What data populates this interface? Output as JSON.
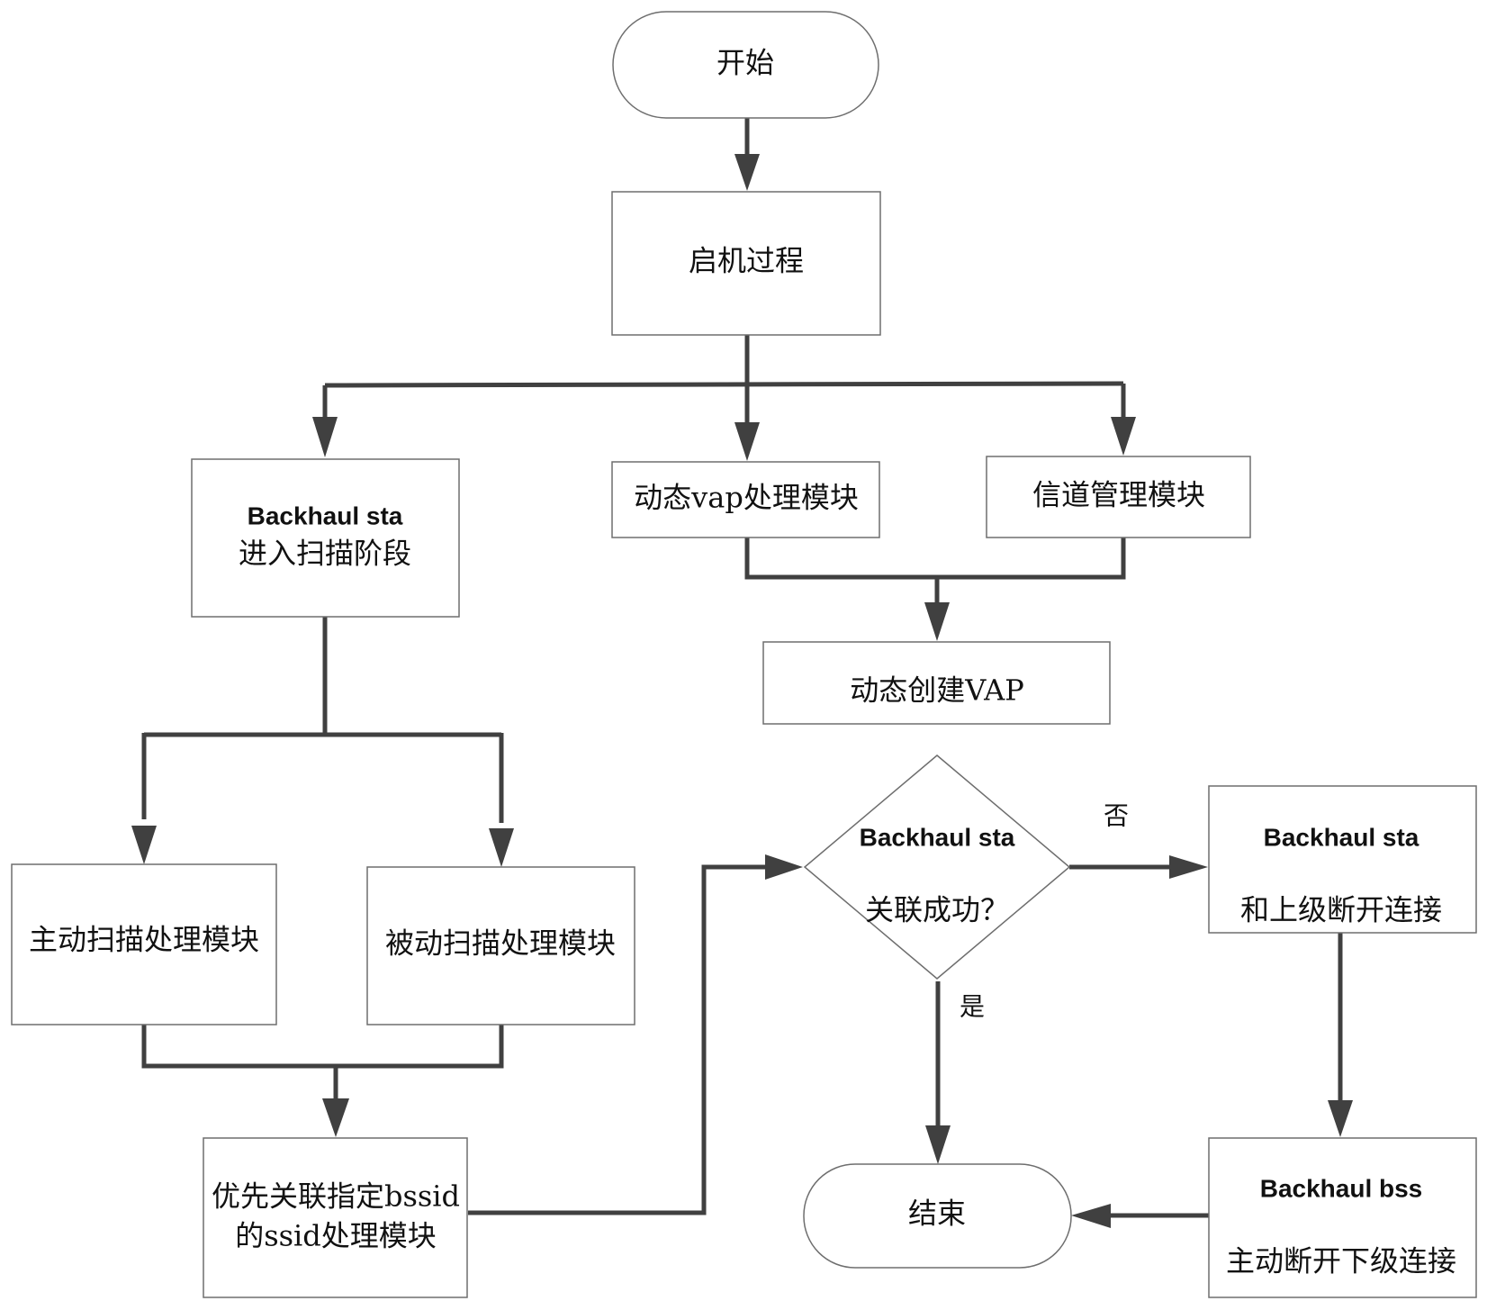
{
  "diagram": {
    "type": "flowchart",
    "nodes": {
      "start": {
        "shape": "terminal",
        "lines": [
          "开始"
        ]
      },
      "boot": {
        "shape": "process",
        "lines": [
          "启机过程"
        ]
      },
      "scan_phase": {
        "shape": "process",
        "lines": [
          "Backhaul sta",
          "进入扫描阶段"
        ]
      },
      "vap_module": {
        "shape": "process",
        "lines": [
          "动态vap处理模块"
        ]
      },
      "channel_module": {
        "shape": "process",
        "lines": [
          "信道管理模块"
        ]
      },
      "create_vap": {
        "shape": "process",
        "lines": [
          "动态创建VAP"
        ]
      },
      "active_scan": {
        "shape": "process",
        "lines": [
          "主动扫描处理模块"
        ]
      },
      "passive_scan": {
        "shape": "process",
        "lines": [
          "被动扫描处理模块"
        ]
      },
      "bssid_assoc": {
        "shape": "process",
        "lines": [
          "优先关联指定bssid",
          "的ssid处理模块"
        ]
      },
      "assoc_decision": {
        "shape": "decision",
        "lines": [
          "Backhaul sta",
          "关联成功？"
        ]
      },
      "sta_disconnect": {
        "shape": "process",
        "lines": [
          "Backhaul sta",
          "和上级断开连接"
        ]
      },
      "bss_disconnect": {
        "shape": "process",
        "lines": [
          "Backhaul bss",
          "主动断开下级连接"
        ]
      },
      "end": {
        "shape": "terminal",
        "lines": [
          "结束"
        ]
      }
    },
    "edges": [
      {
        "from": "start",
        "to": "boot",
        "label": ""
      },
      {
        "from": "boot",
        "to": "scan_phase",
        "label": ""
      },
      {
        "from": "boot",
        "to": "vap_module",
        "label": ""
      },
      {
        "from": "boot",
        "to": "channel_module",
        "label": ""
      },
      {
        "from": "vap_module",
        "to": "create_vap",
        "label": ""
      },
      {
        "from": "channel_module",
        "to": "create_vap",
        "label": ""
      },
      {
        "from": "scan_phase",
        "to": "active_scan",
        "label": ""
      },
      {
        "from": "scan_phase",
        "to": "passive_scan",
        "label": ""
      },
      {
        "from": "active_scan",
        "to": "bssid_assoc",
        "label": ""
      },
      {
        "from": "passive_scan",
        "to": "bssid_assoc",
        "label": ""
      },
      {
        "from": "bssid_assoc",
        "to": "assoc_decision",
        "label": ""
      },
      {
        "from": "assoc_decision",
        "to": "sta_disconnect",
        "label": "否"
      },
      {
        "from": "assoc_decision",
        "to": "end",
        "label": "是"
      },
      {
        "from": "sta_disconnect",
        "to": "bss_disconnect",
        "label": ""
      },
      {
        "from": "bss_disconnect",
        "to": "end",
        "label": ""
      }
    ],
    "edge_labels": {
      "no": "否",
      "yes": "是"
    },
    "colors": {
      "line": "#404040",
      "box_border": "#6e6e6e",
      "text": "#111111",
      "background": "#ffffff"
    }
  }
}
